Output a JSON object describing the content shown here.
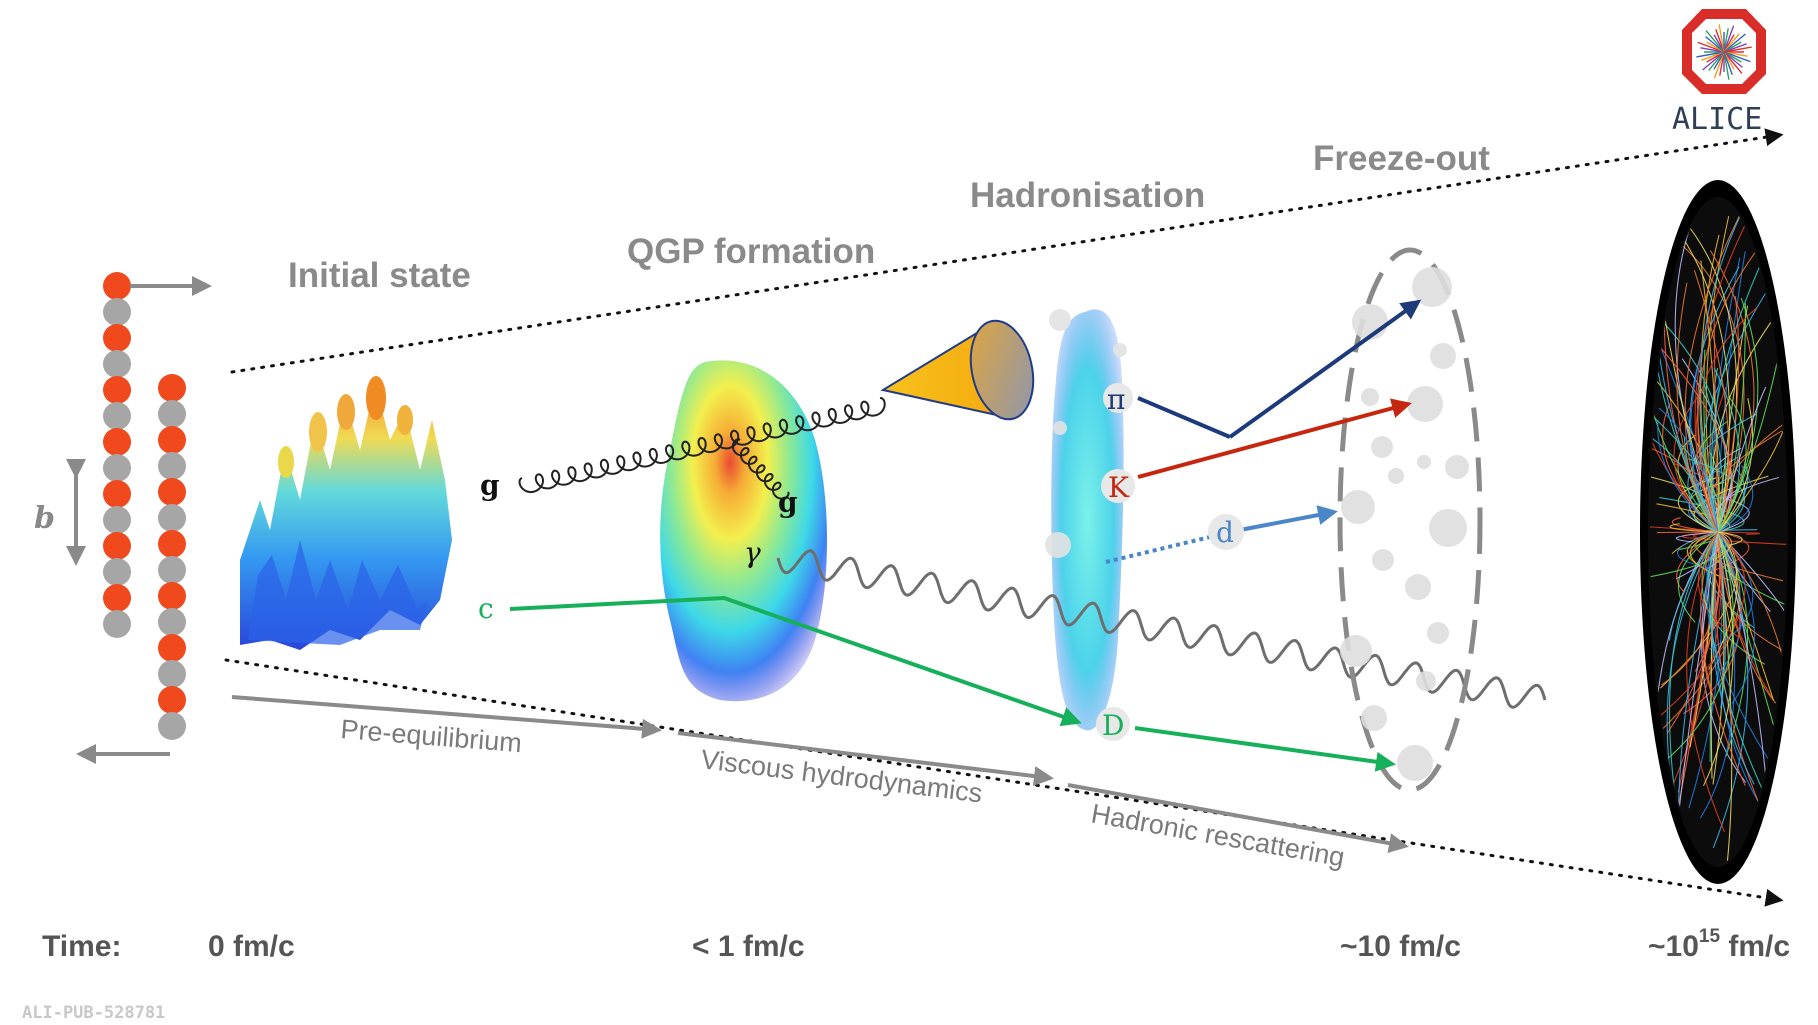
{
  "stages": {
    "initial_state": "Initial state",
    "qgp_formation": "QGP formation",
    "hadronisation": "Hadronisation",
    "freeze_out": "Freeze-out"
  },
  "processes": {
    "pre_equilibrium": "Pre-equilibrium",
    "viscous_hydrodynamics": "Viscous hydrodynamics",
    "hadronic_rescattering": "Hadronic rescattering"
  },
  "timeline": {
    "label": "Time:",
    "t0": "0 fm/c",
    "t1": "< 1 fm/c",
    "t2": "~10 fm/c",
    "t3_prefix": "~10",
    "t3_exp": "15",
    "t3_suffix": " fm/c"
  },
  "particles": {
    "gluon_in": "g",
    "gluon_rad": "g",
    "photon": "γ",
    "charm": "c",
    "pion": "π",
    "kaon": "K",
    "deuteron": "d",
    "d_meson": "D"
  },
  "impact_parameter": "b",
  "logo": {
    "text": "ALICE"
  },
  "publication_id": "ALI-PUB-528781",
  "colors": {
    "nucleon_red": "#f0491e",
    "nucleon_grey": "#a6a6a6",
    "pion_track": "#1d3a7a",
    "kaon_track": "#c6260e",
    "deuteron_track": "#4a86c8",
    "charm_track": "#17b05a",
    "photon_track": "#6e6e6e"
  }
}
